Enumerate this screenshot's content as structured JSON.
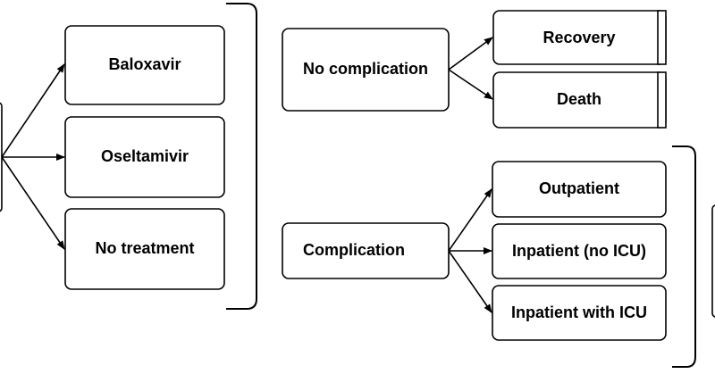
{
  "diagram": {
    "treatments": {
      "baloxavir": "Baloxavir",
      "oseltamivir": "Oseltamivir",
      "no_treatment": "No treatment"
    },
    "no_complication": {
      "label": "No complication",
      "outcomes": {
        "recovery": "Recovery",
        "death": "Death"
      }
    },
    "complication": {
      "label": "Complication",
      "outcomes": {
        "outpatient": "Outpatient",
        "inpatient_no_icu": "Inpatient (no ICU)",
        "inpatient_with_icu": "Inpatient with ICU"
      }
    },
    "colors": {
      "line": "#000000",
      "box_fill": "#ffffff",
      "terminal_bar": "#000000"
    }
  }
}
